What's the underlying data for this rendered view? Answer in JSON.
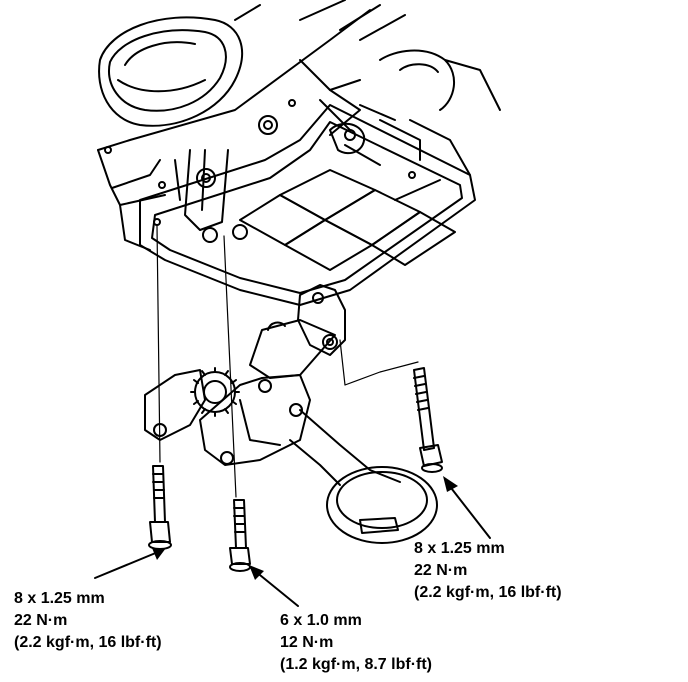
{
  "colors": {
    "ink": "#000000",
    "paper": "#ffffff"
  },
  "callouts": {
    "right_bolt": {
      "size": "8 x 1.25 mm",
      "torque_nm": "22 N·m",
      "torque_alt": "(2.2 kgf·m, 16 lbf·ft)"
    },
    "left_bolt": {
      "size": "8 x 1.25 mm",
      "torque_nm": "22 N·m",
      "torque_alt": "(2.2 kgf·m, 16 lbf·ft)"
    },
    "center_bolt": {
      "size": "6 x 1.0 mm",
      "torque_nm": "12 N·m",
      "torque_alt": "(1.2 kgf·m, 8.7 lbf·ft)"
    }
  }
}
